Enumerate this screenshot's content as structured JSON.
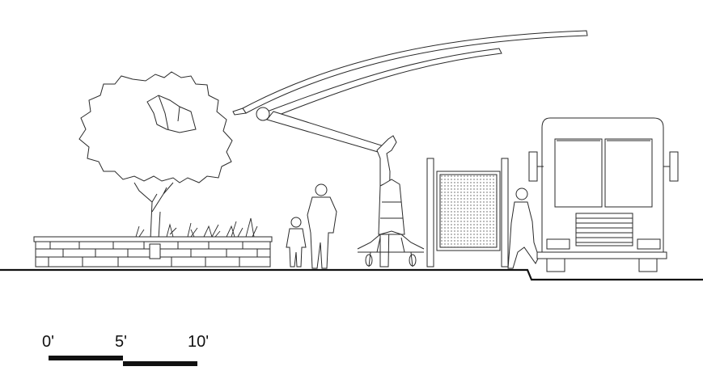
{
  "scale_bar": {
    "labels": [
      "0'",
      "5'",
      "10'"
    ]
  },
  "colors": {
    "line": "#2a2a2a",
    "ground": "#111111",
    "fill": "#ffffff",
    "screen_dots": "#555555"
  },
  "elements": {
    "tree": "tree-icon",
    "planter": "stone-planter",
    "adult": "adult-figure",
    "child": "child-figure",
    "canopy": "curved-canopy",
    "column": "shelter-column",
    "bench": "bench",
    "screen": "perforated-screen",
    "walker": "walking-person",
    "bus": "bus-front"
  }
}
